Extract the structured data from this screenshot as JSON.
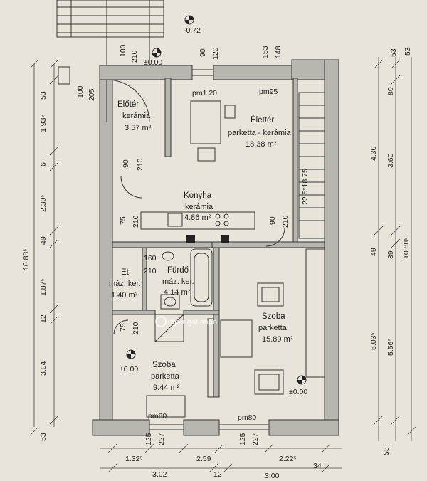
{
  "rooms": {
    "eloter": {
      "name": "Előtér",
      "material": "kerámia",
      "area": "3.57 m²"
    },
    "elotter": {
      "name": "Élettér",
      "material": "parketta - kerámia",
      "area": "18.38 m²"
    },
    "konyha": {
      "name": "Konyha",
      "material": "kerámia",
      "area": "4.86 m²"
    },
    "et": {
      "name": "Et.",
      "material": "máz. ker.",
      "area": "1.40 m²"
    },
    "furdo": {
      "name": "Fürdő",
      "material": "máz. ker.",
      "area": "4.14 m²"
    },
    "szoba_r": {
      "name": "Szoba",
      "material": "parketta",
      "area": "15.89 m²"
    },
    "szoba_l": {
      "name": "Szoba",
      "material": "parketta",
      "area": "9.44 m²"
    }
  },
  "levels": {
    "entrance": "-0.72",
    "eloter": "±0.00",
    "szoba_l": "±0.00",
    "szoba_r": "±0.00"
  },
  "labels": {
    "pm120": "pm1.20",
    "pm95": "pm95",
    "pm80_left": "pm80",
    "pm80_right": "pm80",
    "stair": "22.5*18.75",
    "watermark": "otp ingatlanpo"
  },
  "dims": {
    "top_100": "100",
    "top_210": "210",
    "top_90": "90",
    "top_120": "120",
    "top_153": "153",
    "top_148": "148",
    "top_53": "53",
    "door_100": "100",
    "door_205": "205",
    "eloter_90": "90",
    "eloter_210": "210",
    "k_75": "75",
    "k_210": "210",
    "k_90": "90",
    "k_210b": "210",
    "f_160": "160",
    "f_210": "210",
    "et_75": "75",
    "et_210": "210",
    "left_53_top": "53",
    "left_193": "1.93⁵",
    "left_6": "6",
    "left_230": "2.30⁵",
    "left_49": "49",
    "left_187": "1.87⁵",
    "left_12": "12",
    "left_304": "3.04",
    "left_53_bot": "53",
    "left_1088": "10.88⁵",
    "right_53": "53",
    "right_80": "80",
    "right_430": "4.30",
    "right_360": "3.60",
    "right_49": "49",
    "right_39": "39",
    "right_503": "5.03⁵",
    "right_556": "5.56⁵",
    "right_1088": "10.88⁵",
    "right_53_bot": "53",
    "bot_132": "1.32⁵",
    "bot_227a": "227",
    "bot_125a": "125",
    "bot_259": "2.59",
    "bot_125b": "125",
    "bot_227b": "227",
    "bot_222": "2.22⁵",
    "bot_34": "34",
    "bot_302": "3.02",
    "bot_12": "12",
    "bot_300": "3.00"
  }
}
